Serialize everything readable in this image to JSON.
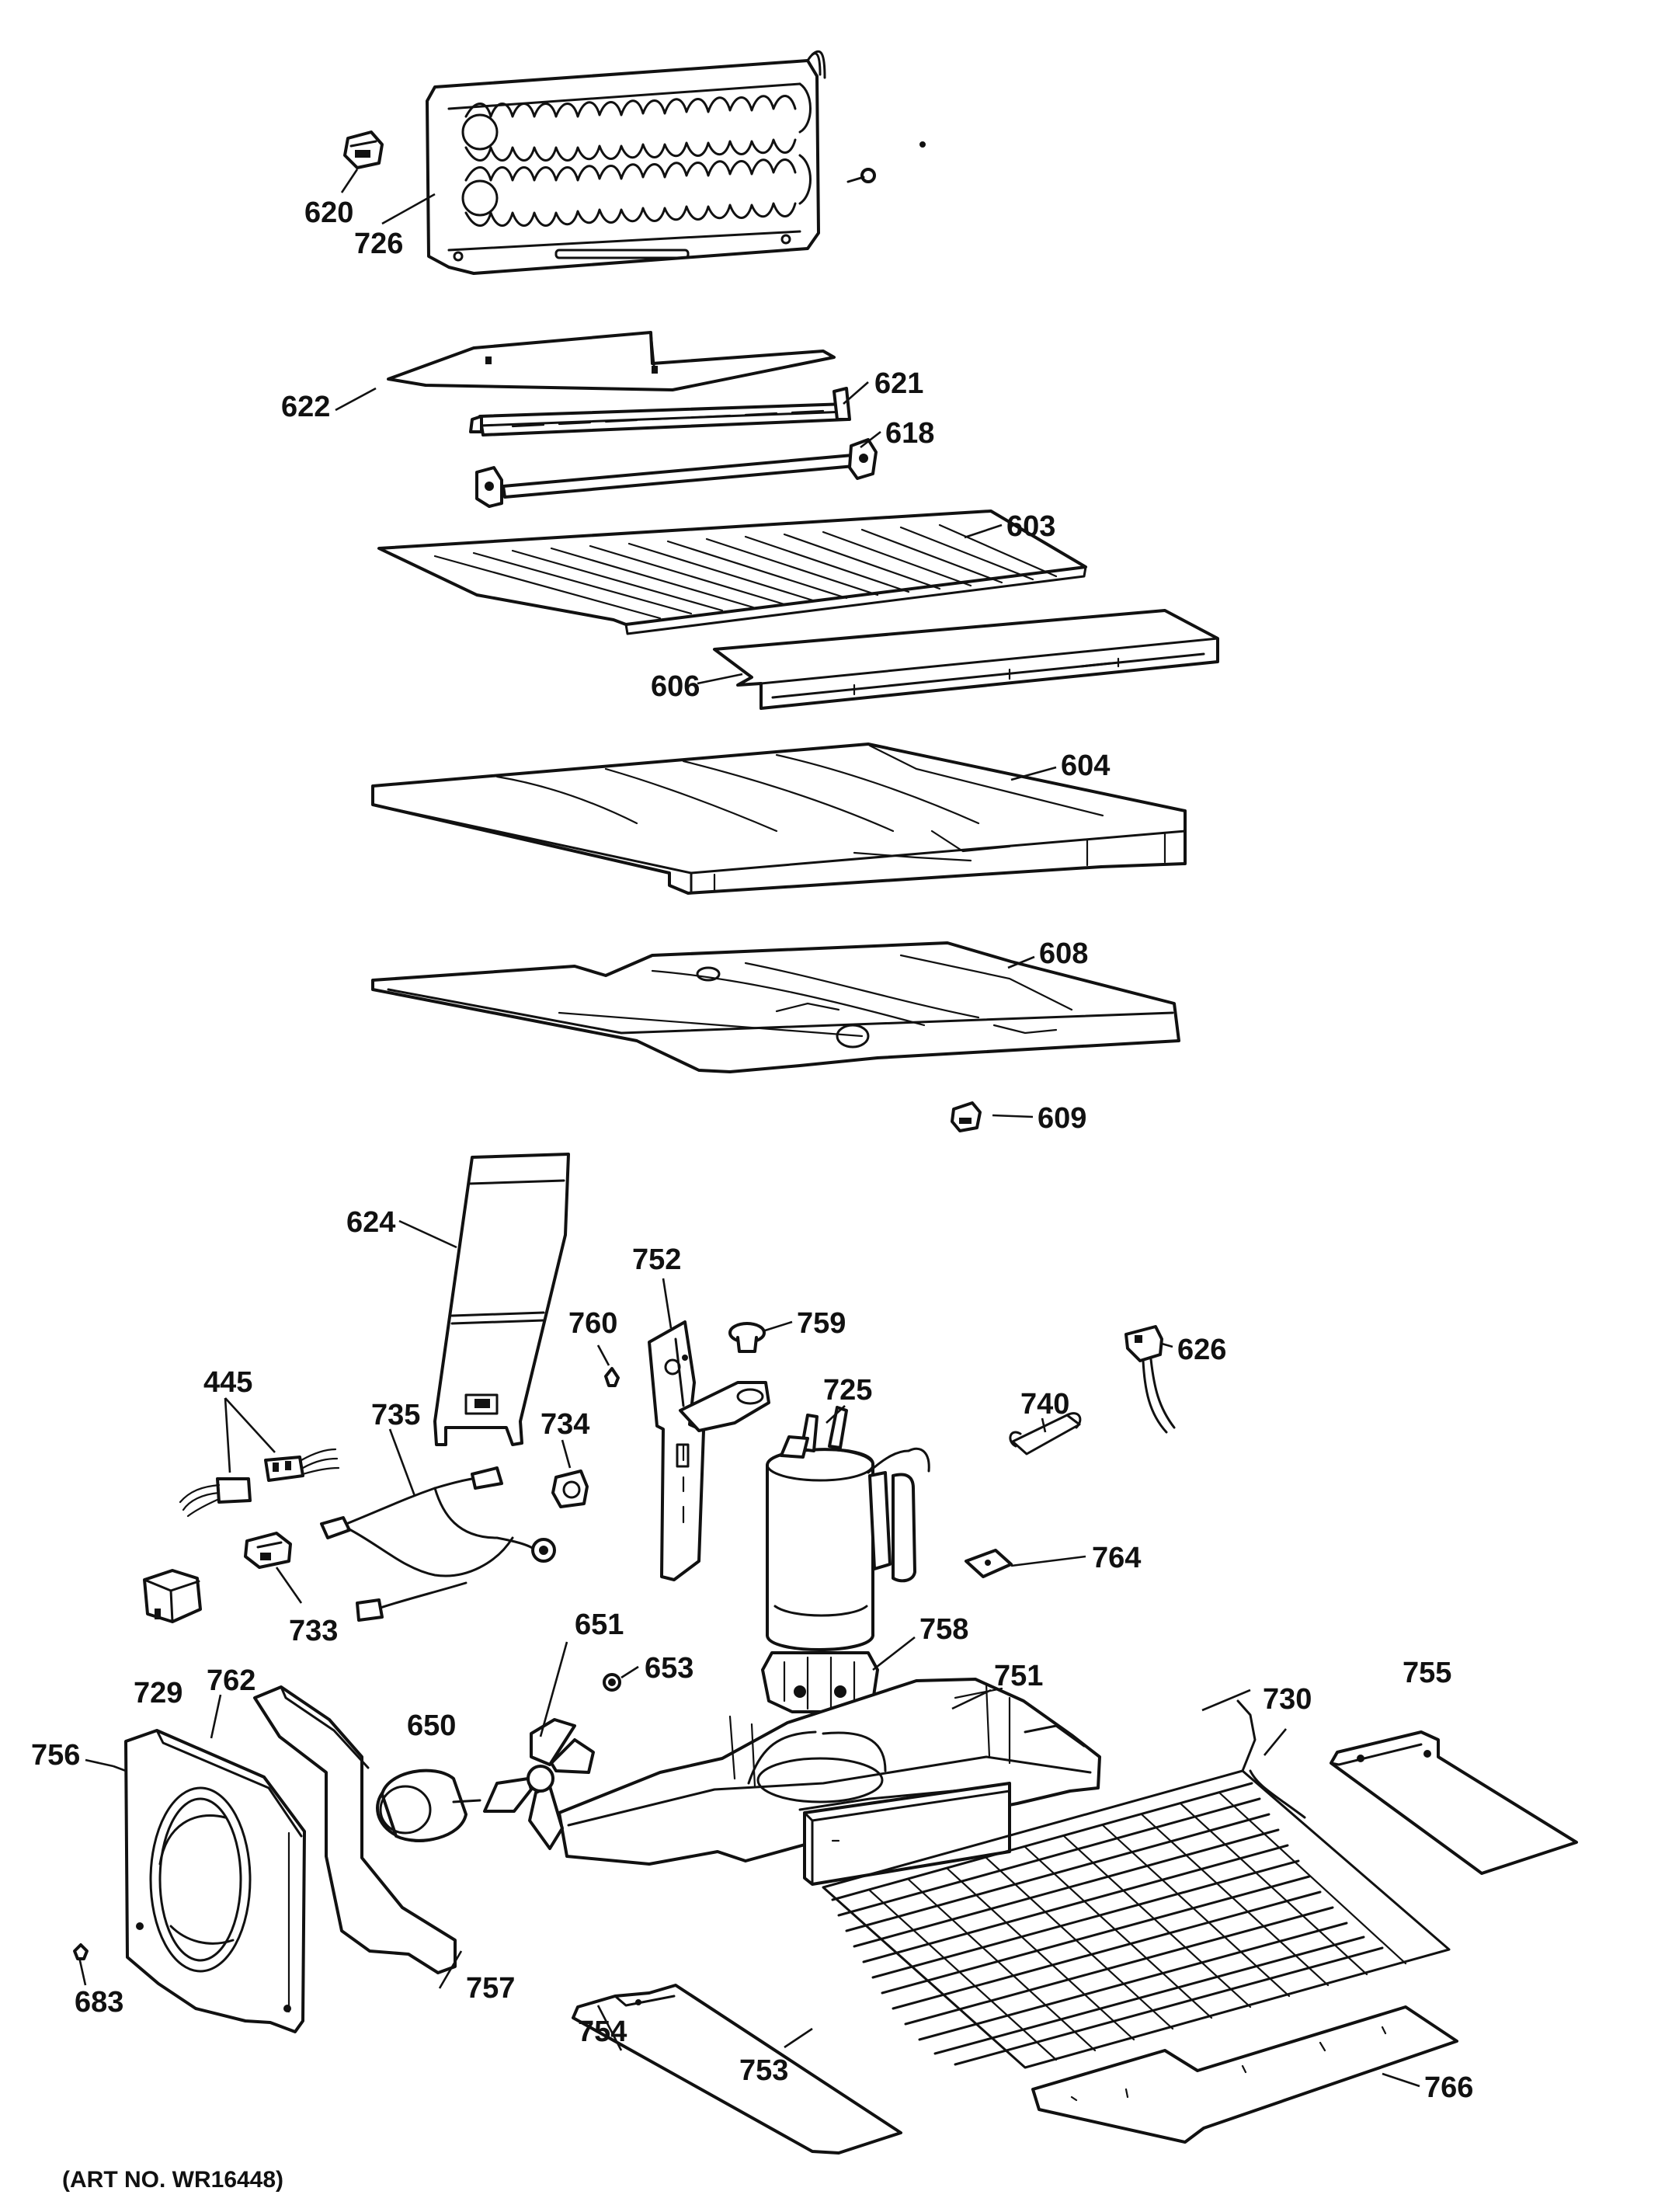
{
  "callouts": {
    "c620": "620",
    "c726": "726",
    "c622": "622",
    "c621": "621",
    "c618": "618",
    "c603": "603",
    "c606": "606",
    "c604": "604",
    "c608": "608",
    "c609": "609",
    "c624": "624",
    "c752": "752",
    "c759": "759",
    "c760": "760",
    "c626": "626",
    "c445": "445",
    "c735": "735",
    "c734": "734",
    "c725": "725",
    "c740": "740",
    "c764": "764",
    "c733": "733",
    "c729": "729",
    "c651": "651",
    "c653": "653",
    "c758": "758",
    "c762": "762",
    "c650": "650",
    "c751": "751",
    "c730": "730",
    "c755": "755",
    "c756": "756",
    "c757": "757",
    "c683": "683",
    "c754": "754",
    "c753": "753",
    "c766": "766"
  },
  "footer": {
    "art_number": "(ART NO. WR16448)"
  }
}
